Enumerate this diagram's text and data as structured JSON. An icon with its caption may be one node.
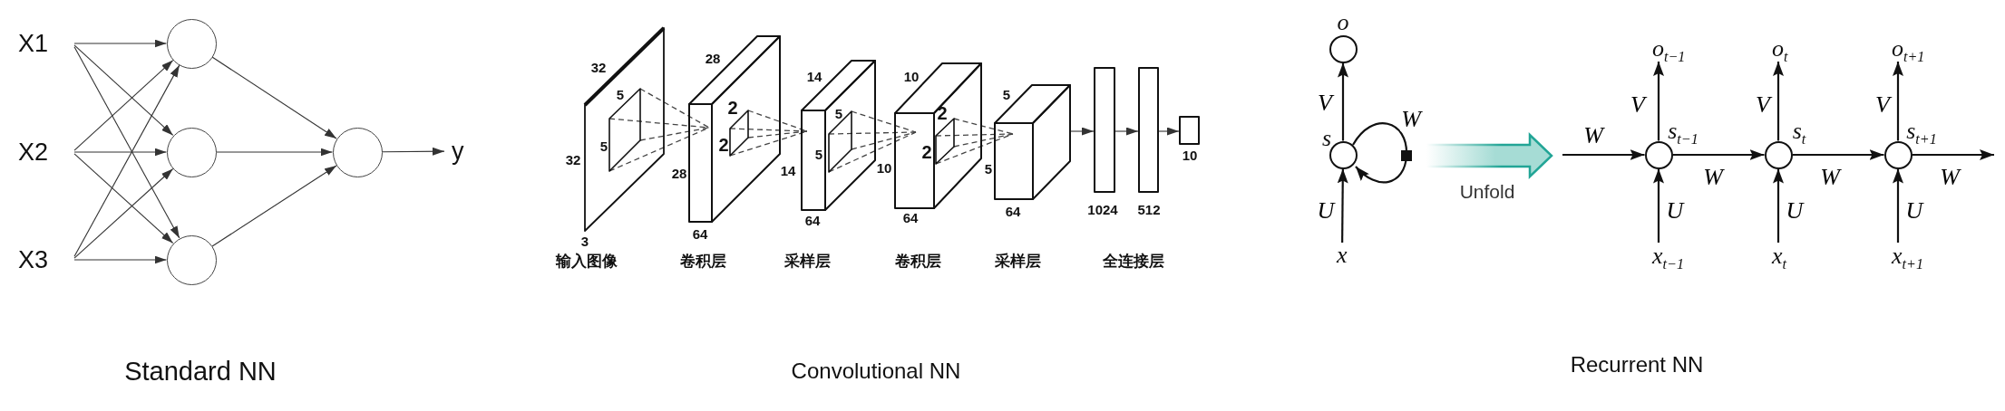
{
  "diagram": {
    "nodes": [
      {
        "text": [
          "X1"
        ]
      },
      {
        "text": [
          "X2"
        ]
      },
      {
        "text": [
          "X3"
        ]
      },
      {
        "text": [],
        "shape": "circle"
      },
      {
        "text": [],
        "shape": "circle"
      },
      {
        "text": [],
        "shape": "circle"
      },
      {
        "text": [],
        "shape": "circle"
      },
      {
        "text": [
          "y"
        ]
      },
      {
        "text": [],
        "shape": "box",
        "beside": [
          "输入图像"
        ]
      },
      {
        "text": [],
        "shape": "box",
        "beside": [
          "卷积层"
        ]
      },
      {
        "text": [],
        "shape": "box",
        "beside": [
          "采样层"
        ]
      },
      {
        "text": [],
        "shape": "box",
        "beside": [
          "卷积层"
        ]
      },
      {
        "text": [],
        "shape": "box",
        "beside": [
          "采样层"
        ]
      },
      {
        "text": [],
        "shape": "bar"
      },
      {
        "text": [],
        "shape": "bar"
      },
      {
        "text": [],
        "shape": "box"
      },
      {
        "text": [],
        "shape": "circle",
        "beside": [
          "o"
        ]
      },
      {
        "text": [],
        "shape": "circle",
        "beside": [
          "s"
        ]
      },
      {
        "text": [
          "x"
        ]
      },
      {
        "text": [],
        "shape": "circle",
        "beside": [
          "s$_{t−1}$"
        ]
      },
      {
        "text": [],
        "shape": "circle",
        "beside": [
          "s$_{t}$"
        ]
      },
      {
        "text": [],
        "shape": "circle",
        "beside": [
          "s$_{t+1}$"
        ]
      },
      {
        "text": [
          "o$_{t−1}$"
        ]
      },
      {
        "text": [
          "o$_{t}$"
        ]
      },
      {
        "text": [
          "o$_{t+1}$"
        ]
      },
      {
        "text": [
          "x$_{t−1}$"
        ]
      },
      {
        "text": [
          "x$_{t}$"
        ]
      },
      {
        "text": [
          "x$_{t+1}$"
        ]
      }
    ],
    "edges": [
      {
        "from": 0,
        "to": 3,
        "arrow": "to"
      },
      {
        "from": 0,
        "to": 4,
        "arrow": "to"
      },
      {
        "from": 0,
        "to": 5,
        "arrow": "to"
      },
      {
        "from": 1,
        "to": 3,
        "arrow": "to"
      },
      {
        "from": 1,
        "to": 4,
        "arrow": "to"
      },
      {
        "from": 1,
        "to": 5,
        "arrow": "to"
      },
      {
        "from": 2,
        "to": 3,
        "arrow": "to"
      },
      {
        "from": 2,
        "to": 4,
        "arrow": "to"
      },
      {
        "from": 2,
        "to": 5,
        "arrow": "to"
      },
      {
        "from": 3,
        "to": 6,
        "arrow": "to"
      },
      {
        "from": 4,
        "to": 6,
        "arrow": "to"
      },
      {
        "from": 5,
        "to": 6,
        "arrow": "to"
      },
      {
        "from": 6,
        "to": 7,
        "arrow": "to"
      },
      {
        "from": 12,
        "to": 13,
        "arrow": "to"
      },
      {
        "from": 13,
        "to": 14,
        "arrow": "to"
      },
      {
        "from": 14,
        "to": 15,
        "arrow": "to"
      },
      {
        "from": 18,
        "to": 17,
        "arrow": "to",
        "label": "U"
      },
      {
        "from": 17,
        "to": 16,
        "arrow": "to",
        "label": "V"
      },
      {
        "from": 17,
        "to": 17,
        "arrow": "to",
        "label": "W"
      },
      {
        "from": null,
        "to": 19,
        "arrow": "to",
        "label": "W"
      },
      {
        "from": 19,
        "to": 20,
        "arrow": "to",
        "label": "W"
      },
      {
        "from": 20,
        "to": 21,
        "arrow": "to",
        "label": "W"
      },
      {
        "from": 21,
        "to": null,
        "arrow": "to",
        "label": "W"
      },
      {
        "from": 25,
        "to": 19,
        "arrow": "to",
        "label": "U"
      },
      {
        "from": 19,
        "to": 22,
        "arrow": "to",
        "label": "V"
      },
      {
        "from": 26,
        "to": 20,
        "arrow": "to",
        "label": "U"
      },
      {
        "from": 20,
        "to": 23,
        "arrow": "to",
        "label": "V"
      },
      {
        "from": 27,
        "to": 21,
        "arrow": "to",
        "label": "U"
      },
      {
        "from": 21,
        "to": 24,
        "arrow": "to",
        "label": "V"
      }
    ],
    "labels": [
      "32",
      "5",
      "32",
      "5",
      "3",
      "28",
      "2",
      "2",
      "28",
      "64",
      "14",
      "5",
      "5",
      "14",
      "64",
      "10",
      "2",
      "2",
      "10",
      "64",
      "5",
      "5",
      "64",
      "1024",
      "512",
      "10",
      "全连接层",
      "Unfold",
      "Standard NN",
      "Convolutional NN",
      "Recurrent NN"
    ]
  }
}
